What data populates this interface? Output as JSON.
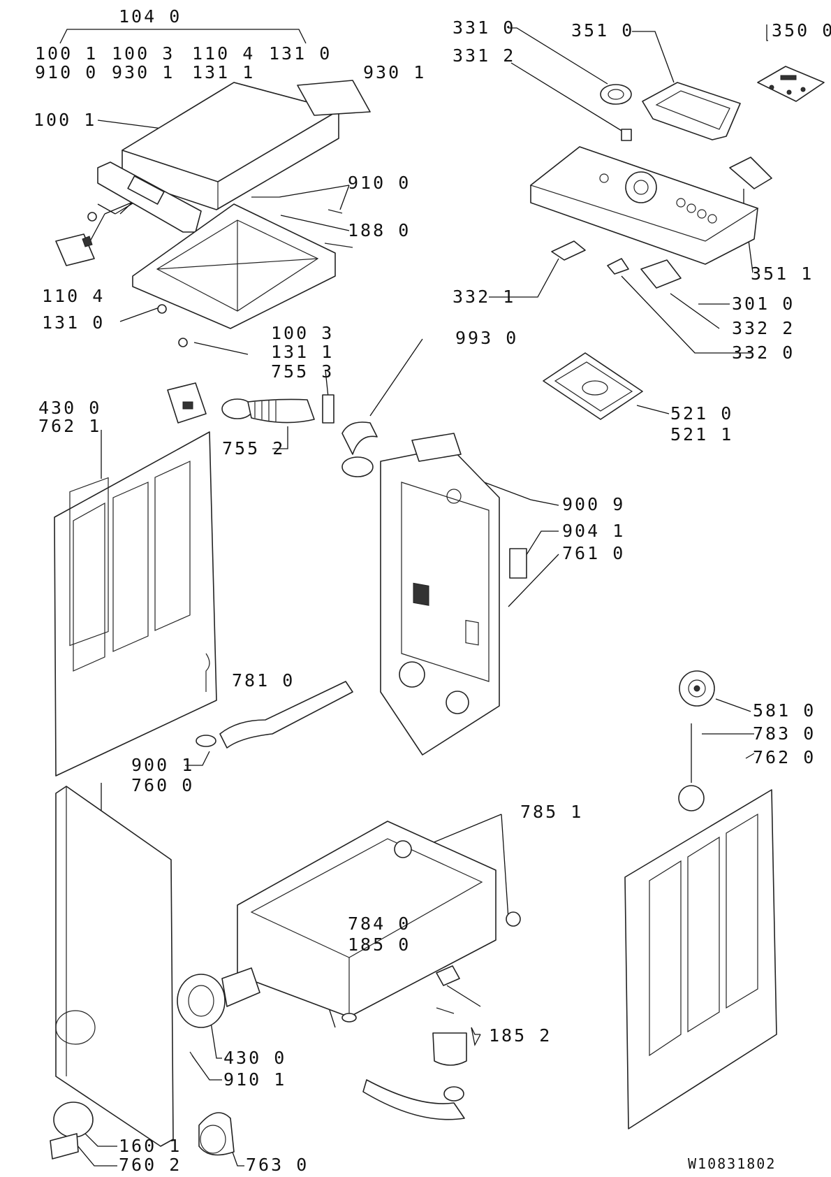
{
  "labels": {
    "l1040": "104 0",
    "l1001": "100 1",
    "l1003a": "100 3",
    "l1104": "110 4",
    "l1310": "131 0",
    "l9100": "910 0",
    "l9301a": "930 1",
    "l1311a": "131 1",
    "l9301b": "930 1",
    "l1001b": "100 1",
    "l9100b": "910 0",
    "l1880": "188 0",
    "l1104b": "110 4",
    "l1310b": "131 0",
    "l1003b": "100 3",
    "l1311b": "131 1",
    "l7553": "755 3",
    "l4300": "430 0",
    "l7621": "762 1",
    "l7552": "755 2",
    "l3310": "331 0",
    "l3312": "331 2",
    "l3510": "351 0",
    "l3500": "350 0",
    "l3511": "351 1",
    "l3321": "332 1",
    "l3010": "301 0",
    "l3322": "332 2",
    "l3320": "332 0",
    "l9930": "993 0",
    "l5210": "521 0",
    "l5211": "521 1",
    "l9009": "900 9",
    "l9041": "904 1",
    "l7610": "761 0",
    "l7810": "781 0",
    "l5810": "581 0",
    "l7830": "783 0",
    "l7620": "762 0",
    "l9001": "900 1",
    "l7600": "760 0",
    "l7851": "785 1",
    "l7840": "784 0",
    "l1850": "185 0",
    "l1852": "185 2",
    "l4300b": "430 0",
    "l9101": "910 1",
    "l1601": "160 1",
    "l7602": "760 2",
    "l7630": "763 0"
  },
  "figure_id": "W10831802"
}
